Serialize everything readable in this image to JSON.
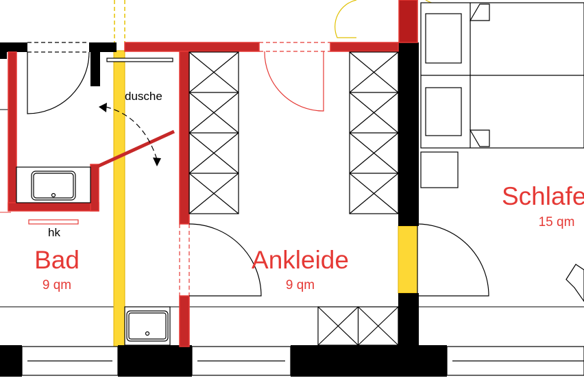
{
  "floor_plan": {
    "rooms": [
      {
        "id": "bad",
        "name": "Bad",
        "area": "9 qm"
      },
      {
        "id": "ankleide",
        "name": "Ankleide",
        "area": "9 qm"
      },
      {
        "id": "schlaf",
        "name": "Schlafe",
        "area": "15 qm"
      }
    ],
    "labels": {
      "shower": "dusche",
      "radiator": "hk"
    },
    "colors": {
      "existing_wall": "#000000",
      "new_wall": "#d32f2f",
      "demolished_wall": "#fdd835",
      "text": "#e53935"
    },
    "wardrobe_units": 3
  }
}
